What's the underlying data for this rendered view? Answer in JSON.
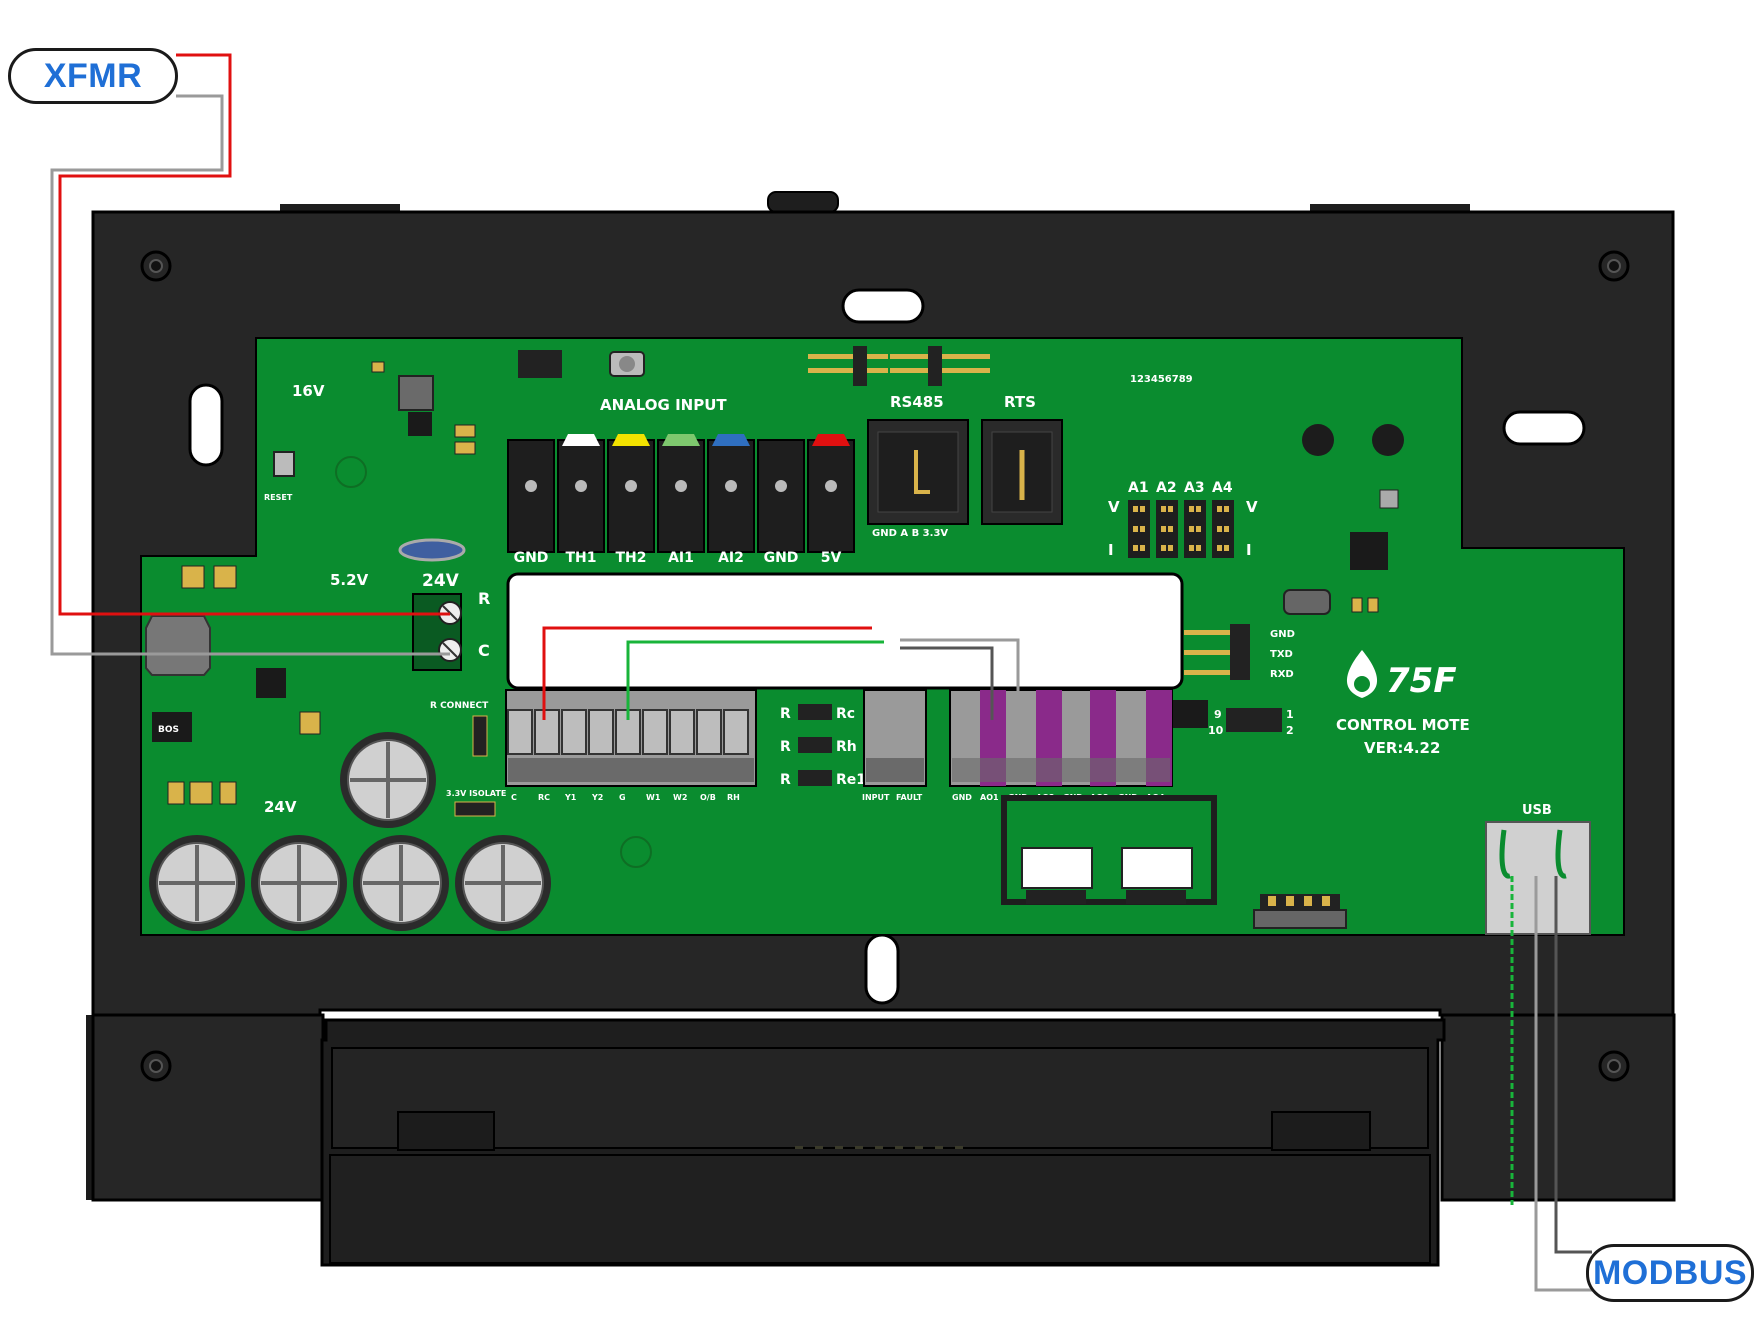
{
  "callouts": {
    "xfmr": "XFMR",
    "modbus": "MODBUS"
  },
  "board": {
    "analog_title": "ANALOG INPUT",
    "analog_terminals": [
      "GND",
      "TH1",
      "TH2",
      "AI1",
      "AI2",
      "GND",
      "5V"
    ],
    "rs485": "RS485",
    "rts": "RTS",
    "rs485_pins": "GND A B 3.3V",
    "power_24v": "24V",
    "power_r": "R",
    "power_c": "C",
    "label_16v": "16V",
    "label_52v": "5.2V",
    "label_24v_lower": "24V",
    "reset": "RESET",
    "r_connect": "R CONNECT",
    "isolate": "3.3V ISOLATE",
    "jumpers": {
      "v_left": "V",
      "i_left": "I",
      "v_right": "V",
      "i_right": "I",
      "a": [
        "A1",
        "A2",
        "A3",
        "A4"
      ]
    },
    "relays": [
      "Rc",
      "Rh",
      "Re1"
    ],
    "relay_prefix": "R",
    "uart": [
      "GND",
      "TXD",
      "RXD"
    ],
    "header_pins": {
      "top_l": "9",
      "top_r": "1",
      "bot_l": "10",
      "bot_r": "2"
    },
    "brand": "75F",
    "product": "CONTROL MOTE",
    "version": "VER:4.22",
    "usb": "USB",
    "serial": "123456789",
    "bottom_left_terms": [
      "C",
      "RC",
      "Y1",
      "Y2",
      "G",
      "W1",
      "W2",
      "O/B",
      "RH"
    ],
    "bottom_mid_terms": [
      "INPUT",
      "FAULT"
    ],
    "bottom_right_terms": [
      "GND",
      "AO1",
      "GND",
      "AO2",
      "GND",
      "AO3",
      "GND",
      "AO4"
    ]
  },
  "colors": {
    "pcb_green": "#0a8c2f",
    "housing_black": "#222222",
    "wire_red": "#e01010",
    "wire_gray": "#9a9a9a",
    "wire_green": "#18b43a",
    "terminal_purple": "#8a2a8a",
    "callout_text": "#1f6fd6"
  }
}
